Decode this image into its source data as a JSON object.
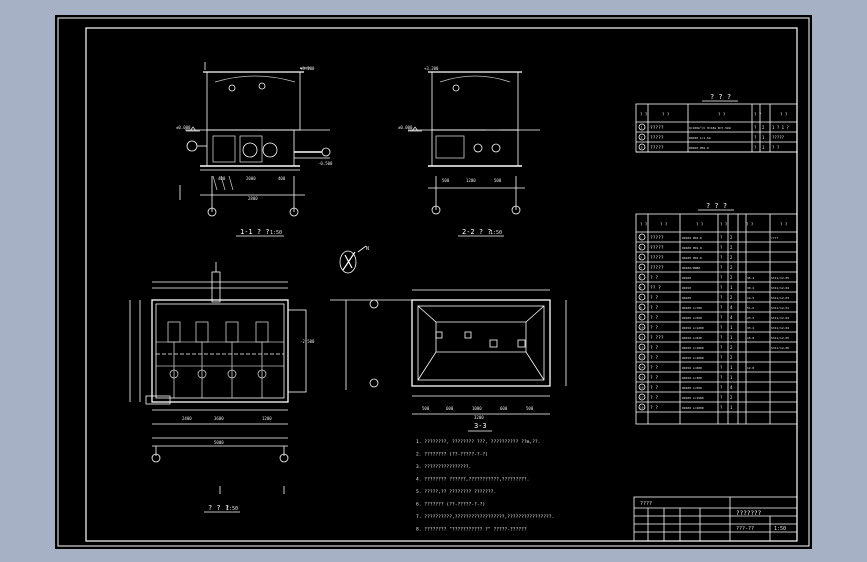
{
  "app": {
    "bg": "#a7b1c5",
    "sheet_bg": "#000000",
    "line": "#ffffff",
    "accent": "#ffff66"
  },
  "views": {
    "section_1": {
      "title": "1-1 ? ?",
      "scale": "1:50"
    },
    "section_2": {
      "title": "2-2 ? ?",
      "scale": "1:50"
    },
    "plan": {
      "title": "? ? ?",
      "scale": "1:50"
    },
    "view_3": {
      "title": "3-3"
    },
    "north": {
      "symbol": "N"
    }
  },
  "table1": {
    "title": "? ? ?",
    "headers": [
      "? ?",
      "? ?",
      "? ?",
      "? ?",
      "? ?"
    ],
    "rows": [
      {
        "no": "1",
        "name": "?????",
        "spec": "Q=100m³/h H=18m N=7.5kW",
        "unit": "?",
        "qty": "2",
        "note": "1 ? 1 ?"
      },
      {
        "no": "2",
        "name": "?????",
        "spec": "DN100 L=1.5m",
        "unit": "?",
        "qty": "1",
        "note": "?????"
      },
      {
        "no": "3",
        "name": "?????",
        "spec": "DN100 PN1.0",
        "unit": "?",
        "qty": "1",
        "note": "? ?"
      }
    ]
  },
  "table2": {
    "title": "? ? ?",
    "headers": [
      "? ?",
      "? ?",
      "? ?",
      "? ?",
      "? ?",
      "? ?"
    ],
    "rows": [
      {
        "no": "1",
        "name": "?????",
        "spec": "DN100 PN1.0",
        "unit": "?",
        "qty": "2",
        "wt": "",
        "note": "????"
      },
      {
        "no": "2",
        "name": "?????",
        "spec": "DN100 PN1.0",
        "unit": "?",
        "qty": "2",
        "wt": "",
        "note": ""
      },
      {
        "no": "3",
        "name": "?????",
        "spec": "DN100 PN1.0",
        "unit": "?",
        "qty": "2",
        "wt": "",
        "note": ""
      },
      {
        "no": "4",
        "name": "?????",
        "spec": "DN100/DN80",
        "unit": "?",
        "qty": "2",
        "wt": "",
        "note": ""
      },
      {
        "no": "5",
        "name": "? ?",
        "spec": "DN100",
        "unit": "?",
        "qty": "2",
        "wt": "46.2",
        "note": "S311/12-05"
      },
      {
        "no": "6",
        "name": "?? ?",
        "spec": "DN150",
        "unit": "?",
        "qty": "1",
        "wt": "30.2",
        "note": "S311/12-04"
      },
      {
        "no": "7",
        "name": "? ?",
        "spec": "DN100",
        "unit": "?",
        "qty": "2",
        "wt": "14.5",
        "note": "S311/12-03"
      },
      {
        "no": "8",
        "name": "? ?",
        "spec": "DN100 L=700",
        "unit": "?",
        "qty": "4",
        "wt": "51.6",
        "note": "S311/12-01"
      },
      {
        "no": "9",
        "name": "? ?",
        "spec": "DN100 L=500",
        "unit": "?",
        "qty": "4",
        "wt": "23.5",
        "note": "S311/12-02"
      },
      {
        "no": "10",
        "name": "? ?",
        "spec": "DN150 L=1200",
        "unit": "?",
        "qty": "1",
        "wt": "33.2",
        "note": "S311/12-04"
      },
      {
        "no": "11",
        "name": "? ???",
        "spec": "DN150 L=620",
        "unit": "?",
        "qty": "1",
        "wt": "16.8",
        "note": "S311/12-05"
      },
      {
        "no": "12",
        "name": "? ?",
        "spec": "DN150 L=1000",
        "unit": "?",
        "qty": "2",
        "wt": "",
        "note": "S311/12-06"
      },
      {
        "no": "13",
        "name": "? ?",
        "spec": "DN150 L=2000",
        "unit": "?",
        "qty": "2",
        "wt": "",
        "note": ""
      },
      {
        "no": "14",
        "name": "? ?",
        "spec": "DN150 L=600",
        "unit": "?",
        "qty": "1",
        "wt": "12.8",
        "note": ""
      },
      {
        "no": "15",
        "name": "? ?",
        "spec": "DN150 L=300",
        "unit": "?",
        "qty": "1",
        "wt": "",
        "note": ""
      },
      {
        "no": "16",
        "name": "? ?",
        "spec": "DN100 L=500",
        "unit": "?",
        "qty": "4",
        "wt": "",
        "note": ""
      },
      {
        "no": "17",
        "name": "? ?",
        "spec": "DN100 L=1500",
        "unit": "?",
        "qty": "2",
        "wt": "",
        "note": ""
      },
      {
        "no": "18",
        "name": "? ?",
        "spec": "DN100 L=2000",
        "unit": "?",
        "qty": "1",
        "wt": "",
        "note": ""
      }
    ]
  },
  "notes": [
    "1. ????????, ???????? ???,  ?????????? ??m,??.",
    "2. ????????  (??-?????-?-?)",
    "3. ????????????????.",
    "4. ???????? ??????,???????????,?????????.",
    "5. ?????,?? ???????? ???????.",
    "6. ???????  (??-?????-?-?)",
    "7. ??????????,??????????????????,????????????????.",
    "8. ????????  \"???????????  ?\" ?????-??????"
  ],
  "title_block": {
    "drawing_title": "???????",
    "company": "????",
    "drawing_no": "???-??",
    "scale": "1:50"
  },
  "dims": {
    "s1": [
      "400",
      "2000",
      "400"
    ],
    "s2": [
      "500",
      "1200",
      "500"
    ],
    "plan": [
      "2400",
      "3600",
      "1200"
    ],
    "v3": [
      "500",
      "600",
      "1000",
      "600",
      "500"
    ],
    "plan_total": "5000",
    "s1_total": "2800",
    "v3_total": "3200"
  },
  "elevations": [
    "±0.000",
    "-0.500",
    "-2.500",
    "+3.200"
  ]
}
